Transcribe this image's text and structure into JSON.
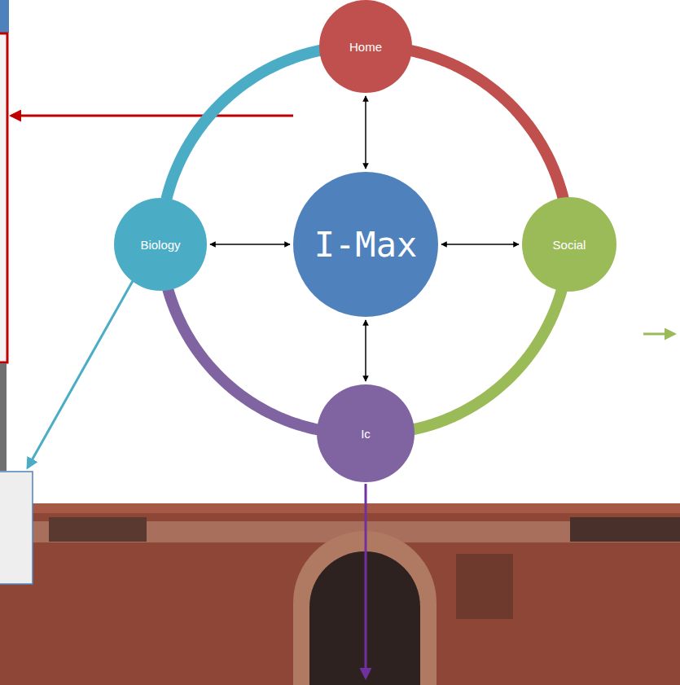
{
  "diagram": {
    "nodes": [
      {
        "text": [
          "Home"
        ]
      },
      {
        "text": [
          "Biology"
        ]
      },
      {
        "text": [
          "I-Max"
        ]
      },
      {
        "text": [
          "Social"
        ]
      },
      {
        "text": [
          "Ic"
        ]
      }
    ],
    "edges": [
      {
        "from": 2,
        "to": 0,
        "arrow": "both"
      },
      {
        "from": 2,
        "to": 1,
        "arrow": "both"
      },
      {
        "from": 2,
        "to": 3,
        "arrow": "both"
      },
      {
        "from": 2,
        "to": 4,
        "arrow": "both"
      },
      {
        "from": 0,
        "to": 3,
        "arrow": "none"
      },
      {
        "from": 3,
        "to": 4,
        "arrow": "none"
      },
      {
        "from": 4,
        "to": 1,
        "arrow": "none"
      },
      {
        "from": 1,
        "to": 0,
        "arrow": "none"
      }
    ]
  }
}
